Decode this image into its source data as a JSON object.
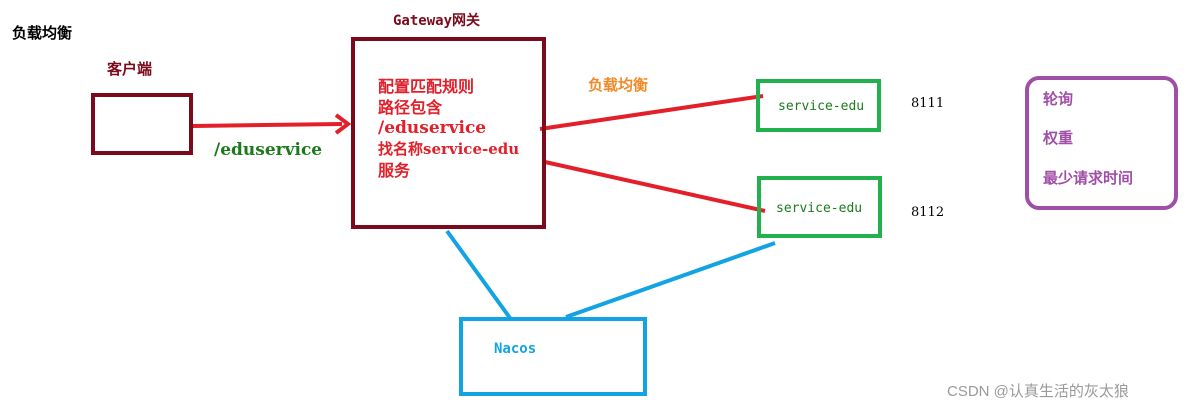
{
  "title": "负载均衡",
  "client": {
    "label": "客户端"
  },
  "request_path": "/eduservice",
  "gateway": {
    "title": "Gateway网关",
    "lines": [
      "配置匹配规则",
      "路径包含",
      "/eduservice",
      "找名称service-edu",
      "服务"
    ]
  },
  "lb_label": "负载均衡",
  "services": [
    {
      "name": "service-edu",
      "port": "8111"
    },
    {
      "name": "service-edu",
      "port": "8112"
    }
  ],
  "nacos": {
    "label": "Nacos"
  },
  "strategies": [
    "轮询",
    "权重",
    "最少请求时间"
  ],
  "watermark": "CSDN @认真生活的灰太狼",
  "colors": {
    "dark_red": "#7b0b1c",
    "red": "#e3202a",
    "green": "#22b14c",
    "dark_green": "#1c7a1c",
    "blue": "#12a3e3",
    "purple": "#a04fa6",
    "orange": "#f08a2a",
    "gray": "#9a9a9a"
  }
}
